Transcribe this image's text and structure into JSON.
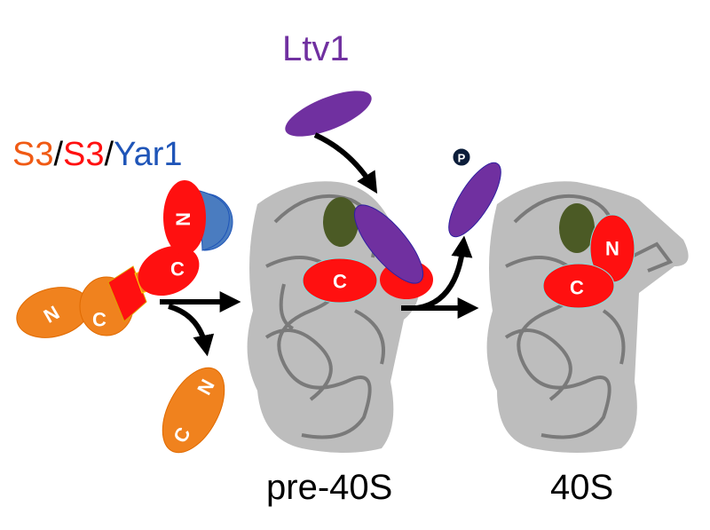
{
  "labels": {
    "ltv1": "Ltv1",
    "complex": {
      "s3a": "S3",
      "sep1": "/",
      "s3b": "S3",
      "sep2": "/",
      "yar1": "Yar1"
    },
    "pre40s": "pre-40S",
    "mature40s": "40S"
  },
  "domains": {
    "n": "N",
    "c": "C",
    "phospho": "P"
  },
  "colors": {
    "s3_orange": "#f0821e",
    "s3_red": "#ff1010",
    "yar1_blue": "#4a7cc0",
    "ltv1_purple": "#7030a0",
    "subunit_grey": "#bdbdbd",
    "rna_grey": "#7a7a7a",
    "olive": "#4b5a25"
  }
}
